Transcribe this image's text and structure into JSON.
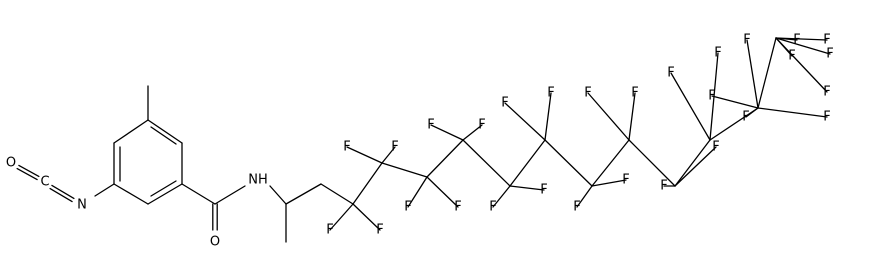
{
  "diagram": {
    "type": "chemical-structure",
    "labels": {
      "isocyanate_O": "O",
      "isocyanate_C": "C",
      "isocyanate_N": "N",
      "carbonyl_O": "O",
      "amide_NH": "NH",
      "fluorine": "F"
    },
    "fluorine_count": 29
  }
}
